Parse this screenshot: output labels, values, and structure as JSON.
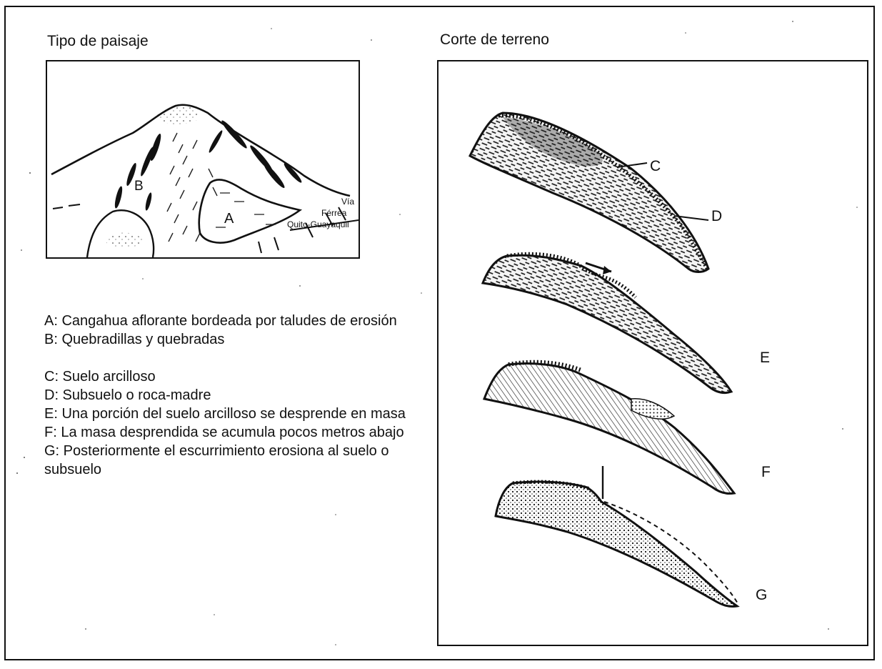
{
  "titles": {
    "landscape": "Tipo de paisaje",
    "section": "Corte de terreno"
  },
  "landscape_labels": {
    "a": "A",
    "b": "B",
    "rail_line1": "Vía",
    "rail_line2": "Férrea",
    "rail_line3": "Quito-Guayaquil"
  },
  "section_labels": {
    "c": "C",
    "d": "D",
    "e": "E",
    "f": "F",
    "g": "G"
  },
  "legend": [
    "A: Cangahua aflorante bordeada por taludes de erosión",
    "B: Quebradillas y quebradas",
    "C: Suelo arcilloso",
    "D: Subsuelo o roca-madre",
    "E: Una porción del suelo arcilloso se desprende en masa",
    "F: La masa desprendida se acumula pocos metros abajo",
    "G: Posteriormente el escurrimiento erosiona al suelo o subsuelo"
  ]
}
